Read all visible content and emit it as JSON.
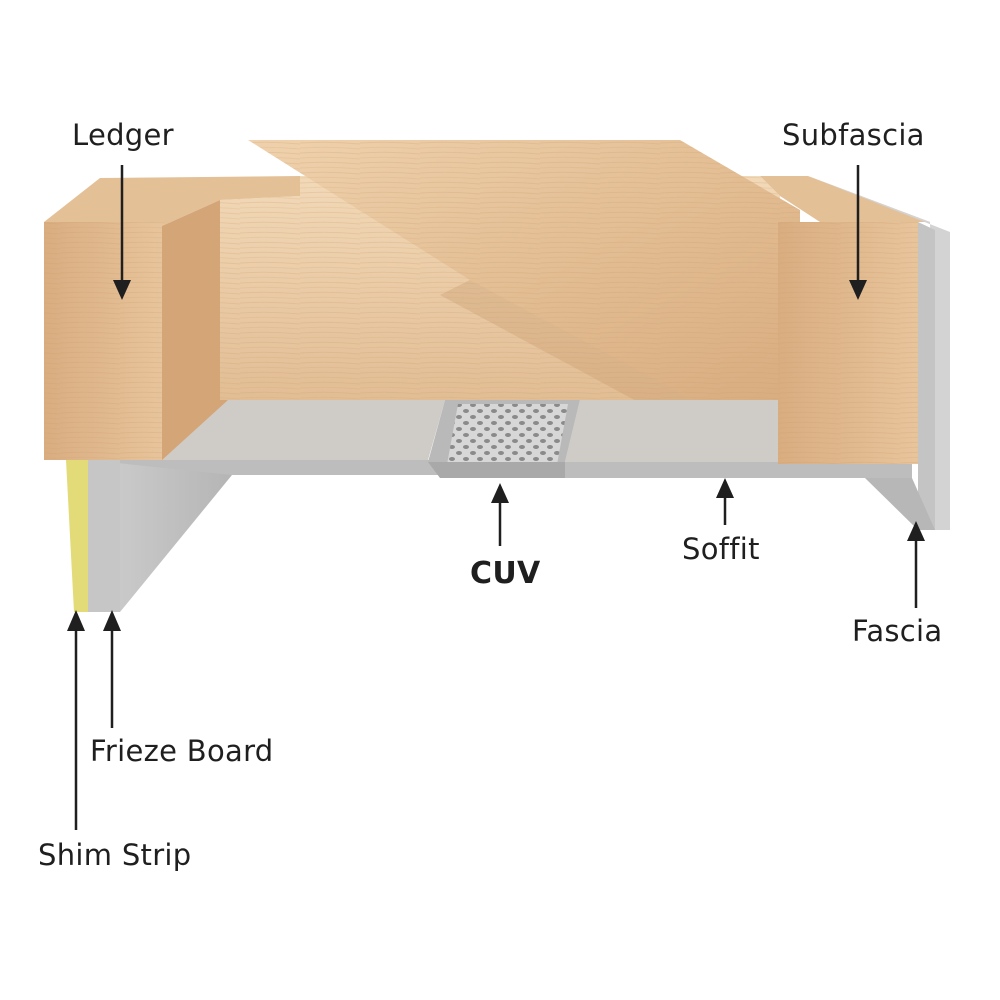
{
  "labels": {
    "ledger": "Ledger",
    "subfascia": "Subfascia",
    "cuv": "CUV",
    "soffit": "Soffit",
    "fascia": "Fascia",
    "frieze_board": "Frieze Board",
    "shim_strip": "Shim Strip"
  },
  "colors": {
    "wood_light": "#e8c7a0",
    "wood_mid": "#dcb48b",
    "wood_dark": "#c99a6c",
    "aluminum": "#c9c9c9",
    "aluminum_dark": "#a9a9a9",
    "shim": "#e8df7a",
    "arrow": "#1f1f1f"
  }
}
